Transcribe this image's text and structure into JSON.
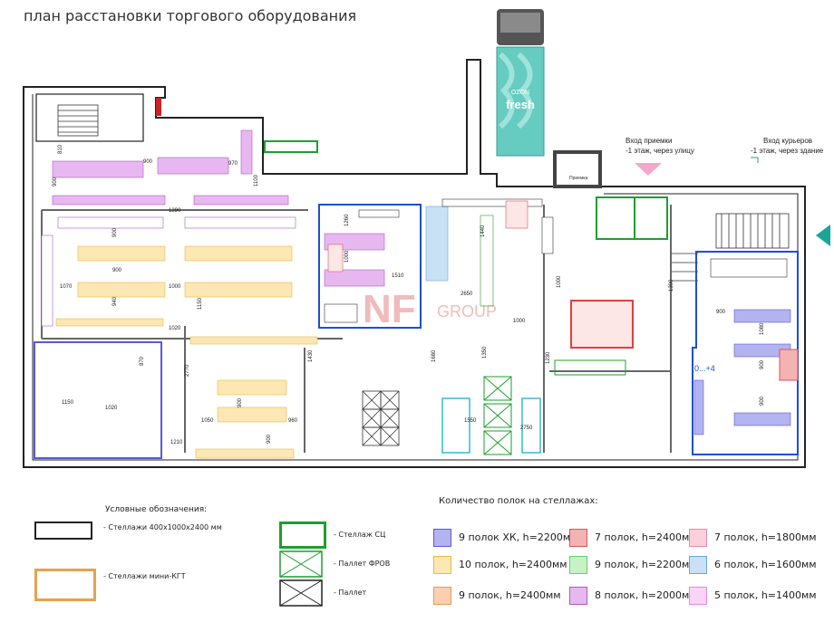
{
  "title": "план расстановки торгового оборудования",
  "truck": {
    "brand_top": "OZON",
    "brand_main": "fresh"
  },
  "entries": {
    "reception": "Вход приемки\n-1 этаж, через улицу",
    "couriers": "Вход курьеров\n-1 этаж, через здание"
  },
  "watermark": {
    "text": "NF",
    "subtext": "GROUP"
  },
  "dimensions": [
    "810",
    "900",
    "900",
    "970",
    "1100",
    "1290",
    "900",
    "900",
    "940",
    "1070",
    "1000",
    "1150",
    "1020",
    "2770",
    "1050",
    "900",
    "960",
    "1430",
    "1210",
    "870",
    "1150",
    "1020",
    "900",
    "1260",
    "1000",
    "1510",
    "2650",
    "1000",
    "1440",
    "1680",
    "1350",
    "1550",
    "1230",
    "2750",
    "1000",
    "1300",
    "900",
    "1080",
    "900",
    "900"
  ],
  "room_labels": {
    "zone": "0...+4",
    "area_note": "Приемка"
  },
  "legend_left": {
    "heading": "Условные обозначения:",
    "items": [
      {
        "label": "- Стеллажи 400х1000х2400 мм"
      },
      {
        "label": "- Стеллажи мини-КГТ"
      }
    ]
  },
  "legend_mid": {
    "items": [
      {
        "label": "- Стеллаж СЦ",
        "color": "#1e9e2e"
      },
      {
        "label": "- Паллет ФРОВ",
        "color": "#1e9e2e"
      },
      {
        "label": "- Паллет",
        "color": "#222222"
      }
    ]
  },
  "shelves": {
    "heading": "Количество полок на стеллажах:",
    "items": [
      {
        "label": "9 полок ХК, h=2200мм",
        "color": "#b3b3f0",
        "border": "#5a5ad0"
      },
      {
        "label": "7  полок, h=2400мм",
        "color": "#f3b3b3",
        "border": "#d55"
      },
      {
        "label": "7 полок, h=1800мм",
        "color": "#fbd0dd",
        "border": "#e88aa6"
      },
      {
        "label": "10 полок, h=2400мм",
        "color": "#fde7b3",
        "border": "#e8b84a"
      },
      {
        "label": "9 полок, h=2200мм",
        "color": "#c6f2c6",
        "border": "#6ccc6c"
      },
      {
        "label": "6 полок, h=1600мм",
        "color": "#c9e1f5",
        "border": "#6fa6d6"
      },
      {
        "label": "9 полок, h=2400мм",
        "color": "#fbd0b0",
        "border": "#e89a5a"
      },
      {
        "label": "8 полок, h=2000мм",
        "color": "#e7b8ef",
        "border": "#b058c8"
      },
      {
        "label": "5 полок, h=1400мм",
        "color": "#f9d4f7",
        "border": "#e58ae0"
      }
    ]
  }
}
